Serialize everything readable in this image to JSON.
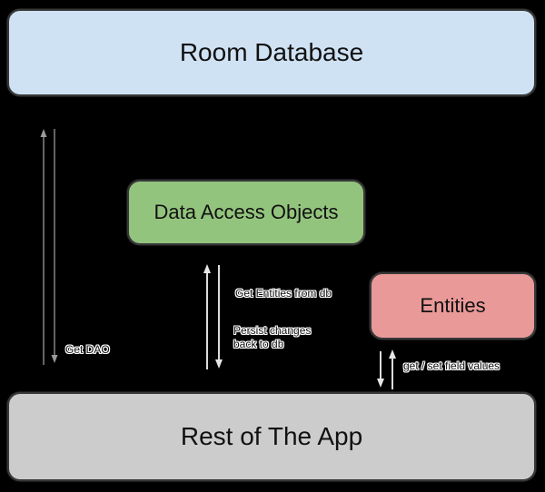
{
  "diagram": {
    "nodes": {
      "room_database": {
        "label": "Room Database",
        "fill": "#cfe2f3"
      },
      "data_access_objects": {
        "label": "Data Access Objects",
        "fill": "#93c47d"
      },
      "entities": {
        "label": "Entities",
        "fill": "#ea9999"
      },
      "rest_of_app": {
        "label": "Rest of The App",
        "fill": "#cccccc"
      }
    },
    "edges": {
      "get_dao": {
        "label": "Get DAO",
        "between": [
          "Rest of The App",
          "Room Database"
        ],
        "arrows": "bidirectional"
      },
      "get_entities_from_db": {
        "label": "Get Entities from db",
        "between": [
          "Rest of The App",
          "Data Access Objects"
        ],
        "arrows": "bidirectional"
      },
      "persist_changes": {
        "label": "Persist changes\nback to db",
        "between": [
          "Rest of The App",
          "Data Access Objects"
        ],
        "arrows": "bidirectional"
      },
      "get_set_field_values": {
        "label": "get / set field values",
        "between": [
          "Rest of The App",
          "Entities"
        ],
        "arrows": "bidirectional"
      }
    },
    "colors": {
      "background": "#000000",
      "node_border": "#383838",
      "node_text": "#111111",
      "edge_label_text": "#111111",
      "edge_label_halo": "#ffffff",
      "arrow_dim": "#8f8f8f",
      "arrow_light": "#dcdcdc"
    }
  }
}
